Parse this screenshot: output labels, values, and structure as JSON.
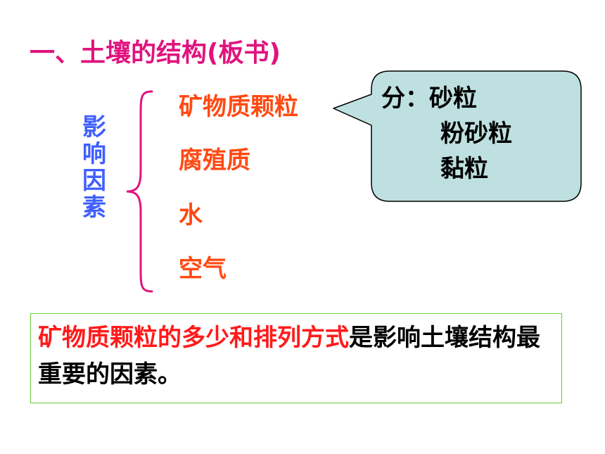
{
  "title": "一、土壤的结构(板书)",
  "vertical_label": [
    "影",
    "响",
    "因",
    "素"
  ],
  "factors": [
    "矿物质颗粒",
    "腐殖质",
    "水",
    "空气"
  ],
  "callout": {
    "prefix": "分：",
    "items": [
      "砂粒",
      "粉砂粒",
      "黏粒"
    ]
  },
  "summary": {
    "highlight": "矿物质颗粒的多少和排列方式",
    "rest": "是影响土壤结构最重要的因素。"
  },
  "colors": {
    "title": "#e0137e",
    "vertical_label": "#3f5fff",
    "brace": "#e0137e",
    "factors": "#ff4a12",
    "callout_fill": "#bfe0e0",
    "summary_highlight": "#ff1a1a",
    "summary_border": "#66cc33"
  }
}
